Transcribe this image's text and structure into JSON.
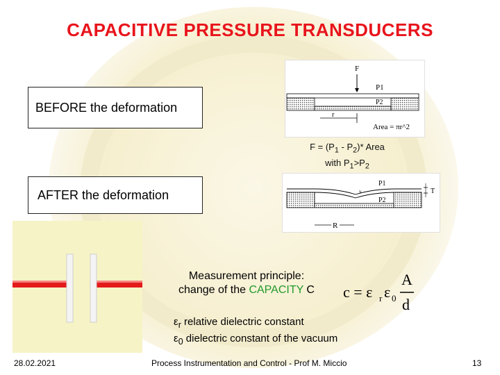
{
  "title": "CAPACITIVE PRESSURE TRANSDUCERS",
  "before_label": "BEFORE the deformation",
  "after_label": "AFTER the deformation",
  "fig_before": {
    "f": "F",
    "p1": "P1",
    "p2": "P2",
    "r": "r",
    "area": "Area = πr^2"
  },
  "fig_after": {
    "p1": "P1",
    "p2": "P2",
    "r": "R",
    "t": "T",
    "small": "v"
  },
  "formula": {
    "line1_prefix": "F = (P",
    "line1_mid": " - P",
    "line1_suffix": ")* Area",
    "line2_prefix": "with P",
    "line2_mid": ">P",
    "sub1": "1",
    "sub2": "2"
  },
  "principle": {
    "line1": "Measurement principle:",
    "line2_prefix": "change of the ",
    "line2_highlight": "CAPACITY",
    "line2_suffix": " C"
  },
  "equation": {
    "lhs": "c = ε",
    "sub_r": "r",
    "eps0": "ε",
    "sub_0": "0",
    "num": "A",
    "den": "d"
  },
  "legend": {
    "sym": "ε",
    "item1_sub": "r",
    "item1_text": " relative dielectric constant",
    "item2_sub": "0",
    "item2_text": " dielectric constant of the vacuum"
  },
  "footer": {
    "date": "28.02.2021",
    "course": "Process Instrumentation and Control - Prof M. Miccio",
    "page": "13"
  },
  "colors": {
    "title": "#e8141c",
    "highlight": "#1f9a2a",
    "plate_rod": "#e31b1b"
  }
}
